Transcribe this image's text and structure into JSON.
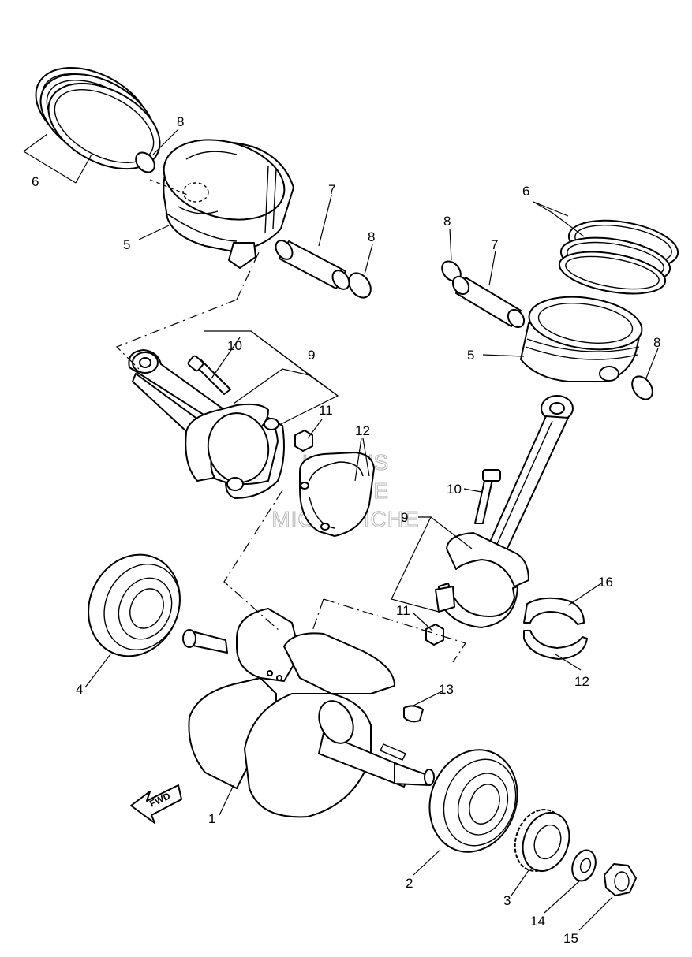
{
  "watermark": {
    "line1": "HI-SM'S",
    "line2": "ONLINE",
    "line3": "MICROFICHE"
  },
  "direction_arrow": {
    "label": "FWD"
  },
  "callouts": {
    "c1": "1",
    "c2": "2",
    "c3": "3",
    "c4": "4",
    "c5a": "5",
    "c5b": "5",
    "c6a": "6",
    "c6b": "6",
    "c7a": "7",
    "c7b": "7",
    "c8a": "8",
    "c8b": "8",
    "c8c": "8",
    "c8d": "8",
    "c9a": "9",
    "c9b": "9",
    "c10a": "10",
    "c10b": "10",
    "c11a": "11",
    "c11b": "11",
    "c12a": "12",
    "c12b": "12",
    "c13": "13",
    "c14": "14",
    "c15": "15",
    "c16": "16"
  }
}
